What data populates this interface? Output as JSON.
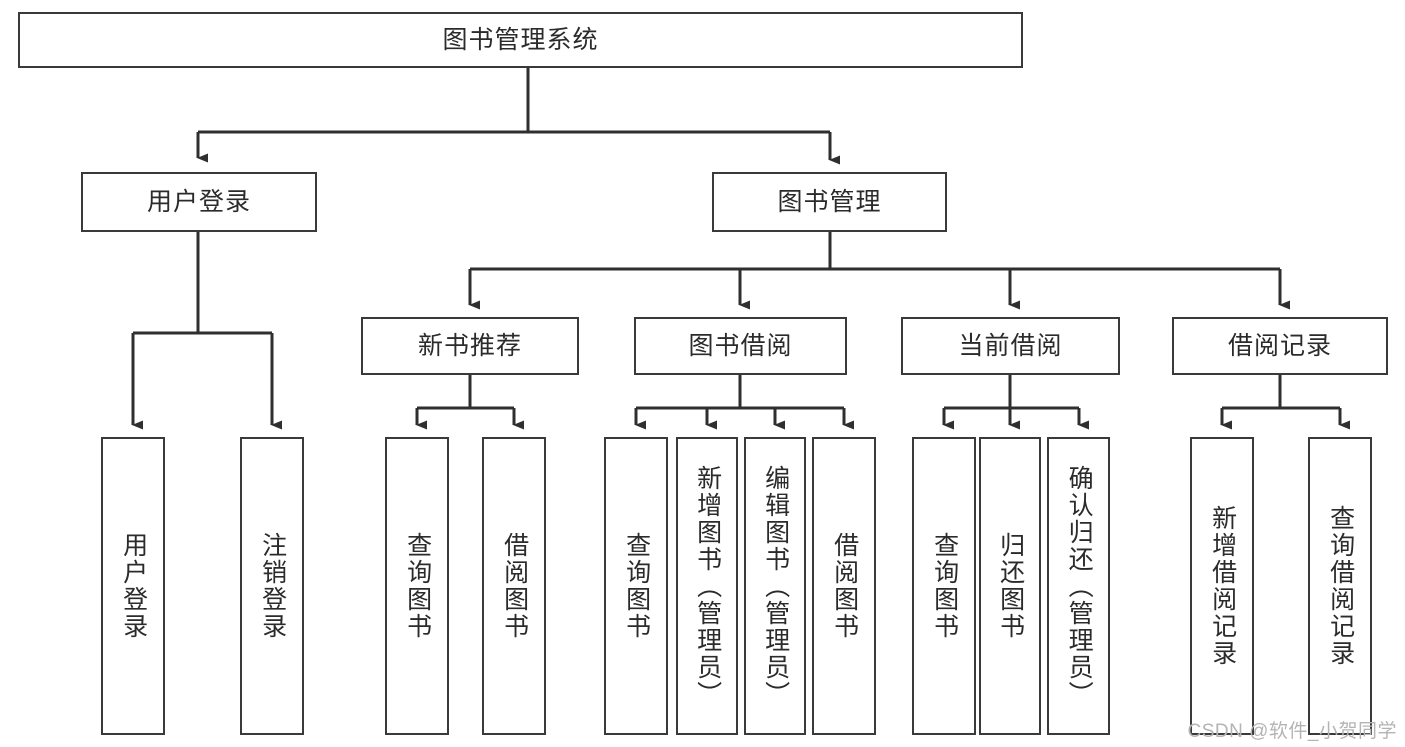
{
  "diagram": {
    "type": "tree-hierarchy",
    "title": "图书管理系统",
    "watermark": "CSDN @软件_小贺同学",
    "colors": {
      "box_border": "#3a3a3a",
      "box_fill": "#ffffff",
      "connector": "#2f2f2f",
      "text": "#2b2b2b",
      "watermark": "#b4b4b4"
    },
    "root": {
      "label": "图书管理系统"
    },
    "level1": [
      {
        "label": "用户登录"
      },
      {
        "label": "图书管理"
      }
    ],
    "level2": [
      {
        "label": "新书推荐"
      },
      {
        "label": "图书借阅"
      },
      {
        "label": "当前借阅"
      },
      {
        "label": "借阅记录"
      }
    ],
    "leaves": {
      "user_login": [
        {
          "label": "用户登录"
        },
        {
          "label": "注销登录"
        }
      ],
      "new_book_recommend": [
        {
          "label": "查询图书"
        },
        {
          "label": "借阅图书"
        }
      ],
      "book_borrow": [
        {
          "label": "查询图书"
        },
        {
          "label": "新增图书（管理员）"
        },
        {
          "label": "编辑图书（管理员）"
        },
        {
          "label": "借阅图书"
        }
      ],
      "current_borrow": [
        {
          "label": "查询图书"
        },
        {
          "label": "归还图书"
        },
        {
          "label": "确认归还（管理员）"
        }
      ],
      "borrow_record": [
        {
          "label": "新增借阅记录"
        },
        {
          "label": "查询借阅记录"
        }
      ]
    }
  }
}
